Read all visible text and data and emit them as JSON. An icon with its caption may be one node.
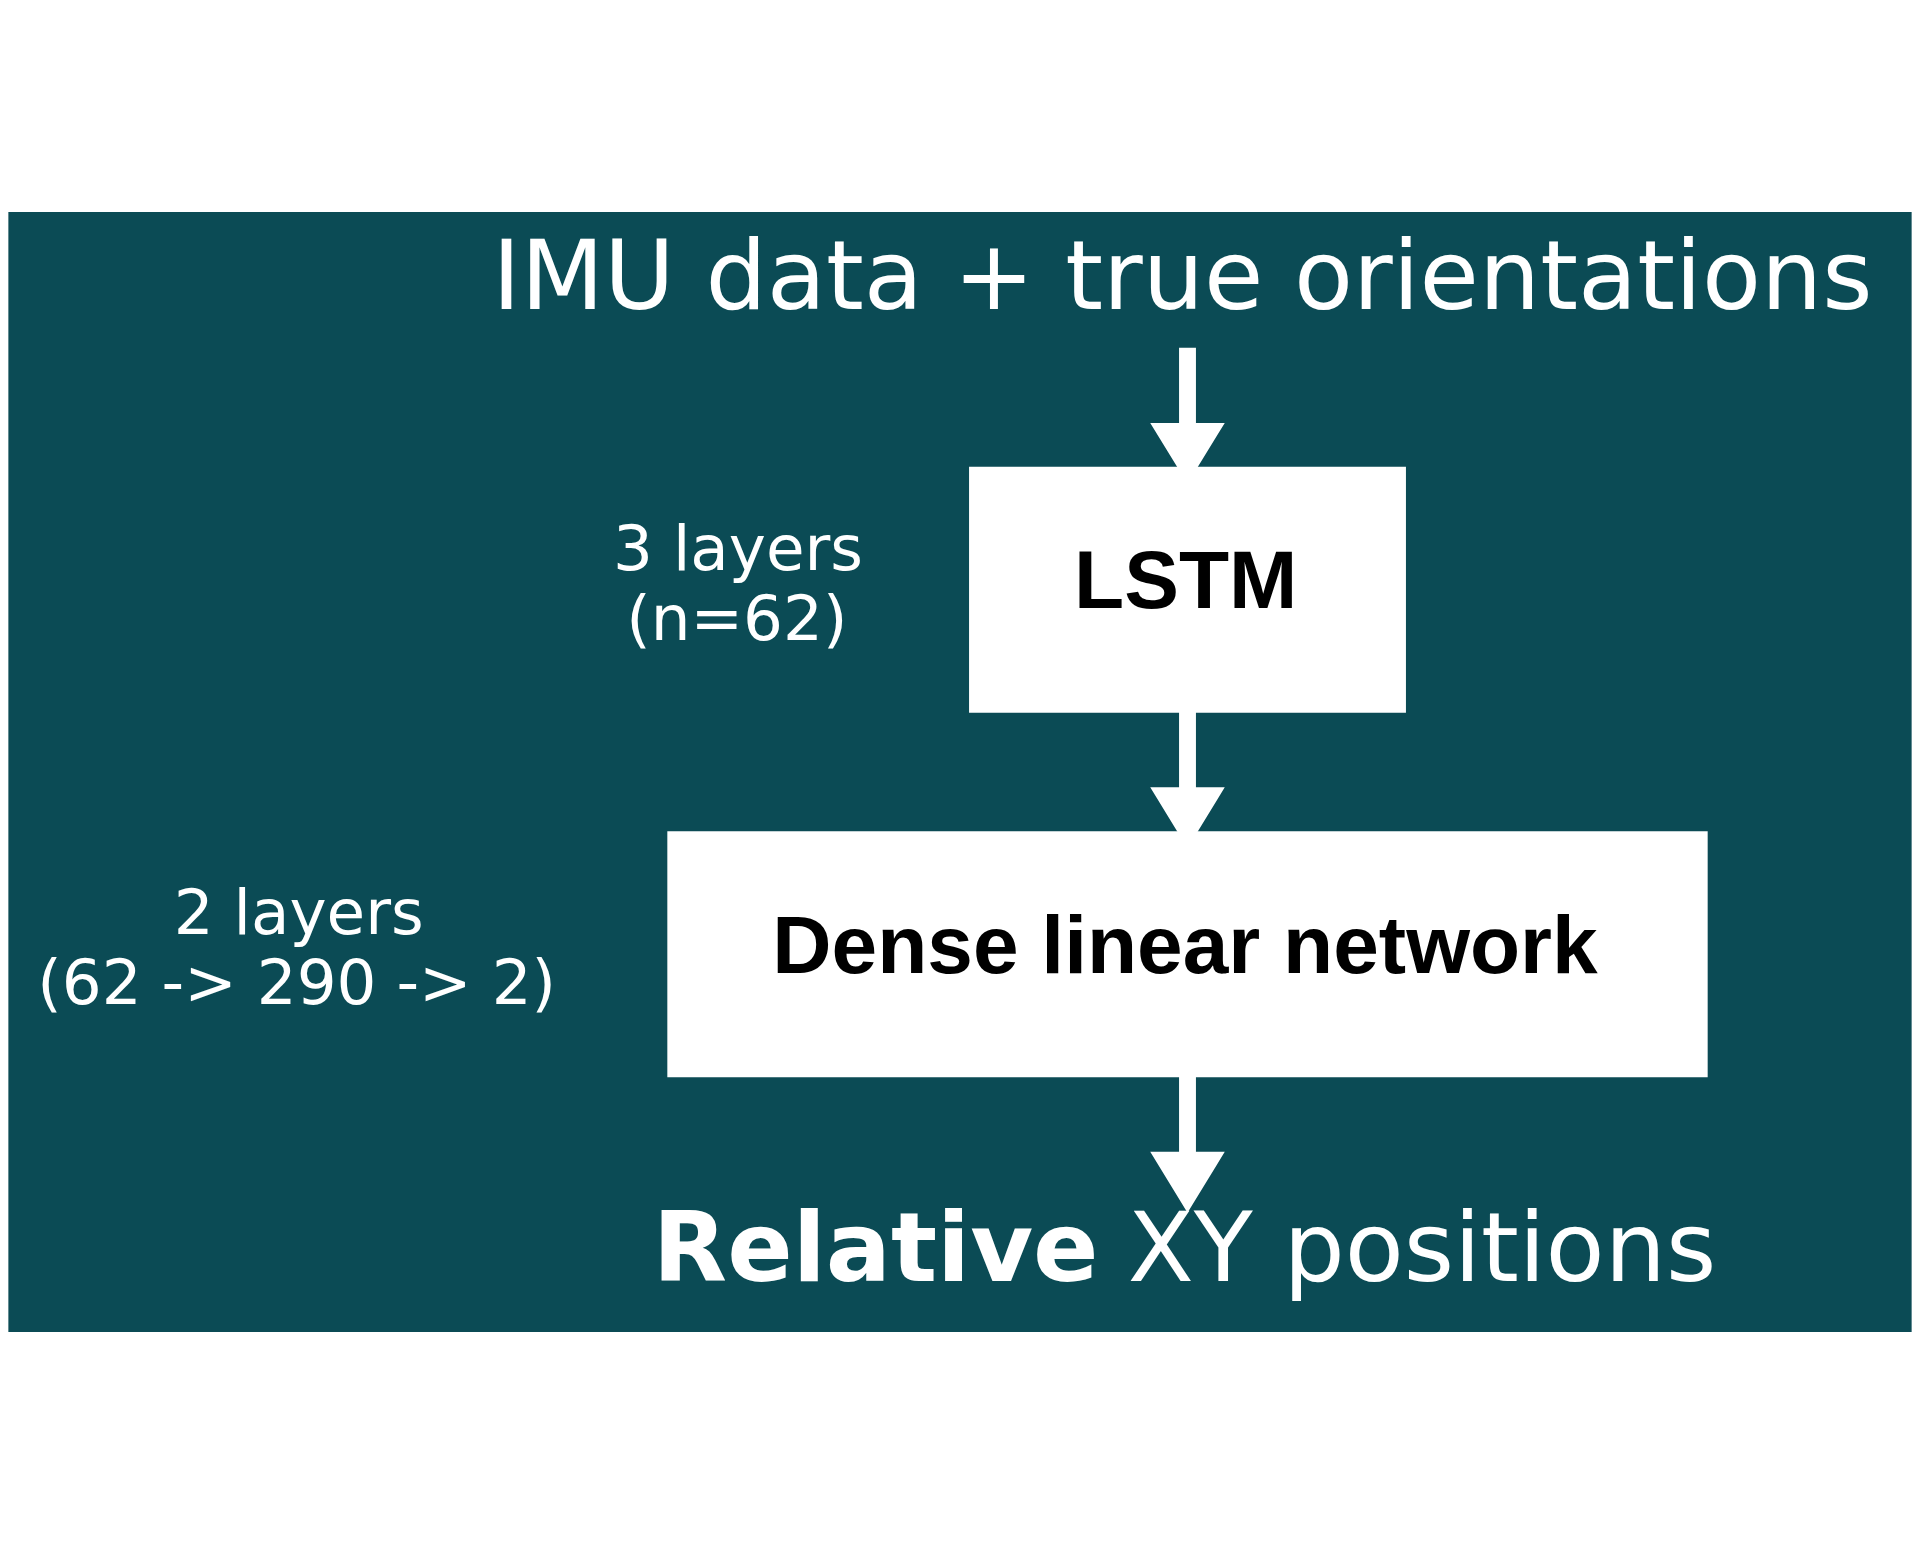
{
  "diagram": {
    "nodes": [
      {
        "text": [
          "IMU data + true orientations"
        ]
      },
      {
        "text": [
          "LSTM"
        ],
        "beside": [
          "3 layers (n=62)"
        ]
      },
      {
        "text": [
          "Dense linear network"
        ],
        "beside": [
          "2 layers (62 -> 290 -> 2)"
        ]
      },
      {
        "text": [
          "**Relative** XY positions"
        ]
      }
    ],
    "edges": [
      {
        "from": 0,
        "to": 1,
        "arrow": "to"
      },
      {
        "from": 1,
        "to": 2,
        "arrow": "to"
      },
      {
        "from": 2,
        "to": 3,
        "arrow": "to"
      }
    ]
  }
}
